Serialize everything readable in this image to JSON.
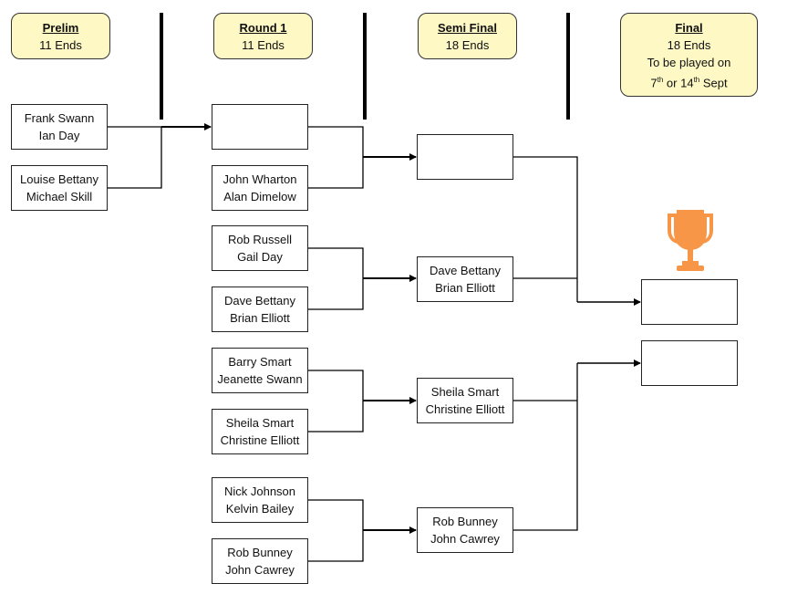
{
  "headers": {
    "prelim": {
      "title": "Prelim",
      "ends": "11 Ends"
    },
    "round1": {
      "title": "Round 1",
      "ends": "11 Ends"
    },
    "semi": {
      "title": "Semi Final",
      "ends": "18 Ends"
    },
    "final": {
      "title": "Final",
      "ends": "18 Ends",
      "note": "To be played on",
      "date1": "7",
      "sup1": "th",
      "mid": " or 14",
      "sup2": "th",
      "date_end": " Sept"
    }
  },
  "prelim": [
    {
      "p1": "Frank Swann",
      "p2": "Ian Day"
    },
    {
      "p1": "Louise Bettany",
      "p2": "Michael Skill"
    }
  ],
  "round1": [
    {
      "p1": "",
      "p2": ""
    },
    {
      "p1": "John Wharton",
      "p2": "Alan Dimelow"
    },
    {
      "p1": "Rob Russell",
      "p2": "Gail Day"
    },
    {
      "p1": "Dave Bettany",
      "p2": "Brian Elliott"
    },
    {
      "p1": "Barry Smart",
      "p2": "Jeanette Swann"
    },
    {
      "p1": "Sheila Smart",
      "p2": "Christine Elliott"
    },
    {
      "p1": "Nick Johnson",
      "p2": "Kelvin Bailey"
    },
    {
      "p1": "Rob Bunney",
      "p2": "John Cawrey"
    }
  ],
  "semi": [
    {
      "p1": "",
      "p2": ""
    },
    {
      "p1": "Dave Bettany",
      "p2": "Brian Elliott"
    },
    {
      "p1": "Sheila Smart",
      "p2": "Christine Elliott"
    },
    {
      "p1": "Rob Bunney",
      "p2": "John Cawrey"
    }
  ],
  "final": [
    {
      "p1": "",
      "p2": ""
    },
    {
      "p1": "",
      "p2": ""
    }
  ],
  "colors": {
    "header_bg": "#fdf8c4",
    "trophy": "#f79646"
  },
  "icons": {
    "trophy": "trophy-icon"
  }
}
